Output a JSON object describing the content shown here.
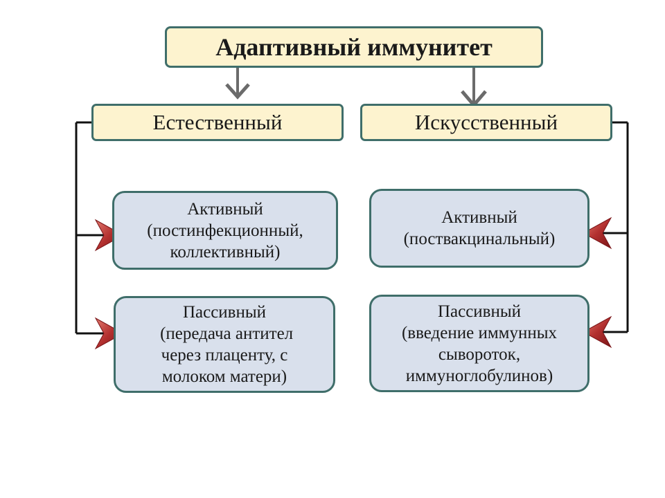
{
  "title": "Адаптивный иммунитет",
  "categories": {
    "natural": "Естественный",
    "artificial": "Искусственный"
  },
  "natural": {
    "active": {
      "line1": "Активный",
      "line2": "(постинфекционный,",
      "line3": "коллективный)"
    },
    "passive": {
      "line1": "Пассивный",
      "line2": " (передача антител",
      "line3": "через плаценту, с",
      "line4": "молоком матери)"
    }
  },
  "artificial": {
    "active": {
      "line1": "Активный",
      "line2": "(поствакцинальный)"
    },
    "passive": {
      "line1": "Пассивный",
      "line2": "(введение иммунных",
      "line3": "сывороток,",
      "line4": "иммуноглобулинов)"
    }
  },
  "colors": {
    "header_fill": "#fdf3cf",
    "sub_fill": "#d9e0ec",
    "border": "#3f6e6a",
    "arrow_red": "#a8262a",
    "arrow_gray": "#6b6b6b"
  }
}
